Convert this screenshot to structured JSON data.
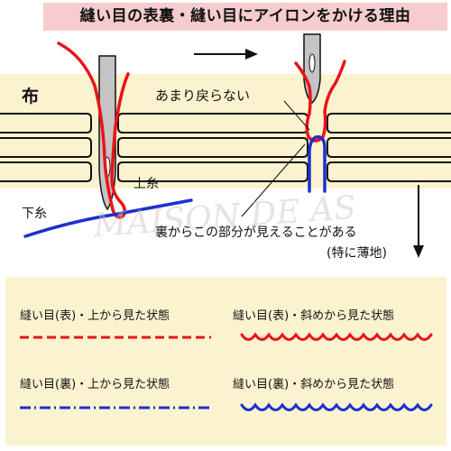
{
  "title": "縫い目の表裏・縫い目にアイロンをかける理由",
  "diagram": {
    "fabric_label": "布",
    "not_return_label": "あまり戻らない",
    "upper_thread_label": "上糸",
    "lower_thread_label": "下糸",
    "visible_part_label": "裏からこの部分が見えることがある",
    "thin_fabric_label": "(特に薄地)",
    "watermark": "MAISON DE AS"
  },
  "legend": {
    "front_top": "縫い目(表)・上から見た状態",
    "front_angle": "縫い目(表)・斜めから見た状態",
    "back_top": "縫い目(裏)・上から見た状態",
    "back_angle": "縫い目(裏)・斜めから見た状態"
  },
  "colors": {
    "title_bg": "#f6cccf",
    "fabric_bg": "#fbf3cf",
    "legend_bg": "#fbf3cf",
    "upper_thread": "#e8141a",
    "lower_thread": "#1d2fd0",
    "needle": "#b8b8b8"
  }
}
